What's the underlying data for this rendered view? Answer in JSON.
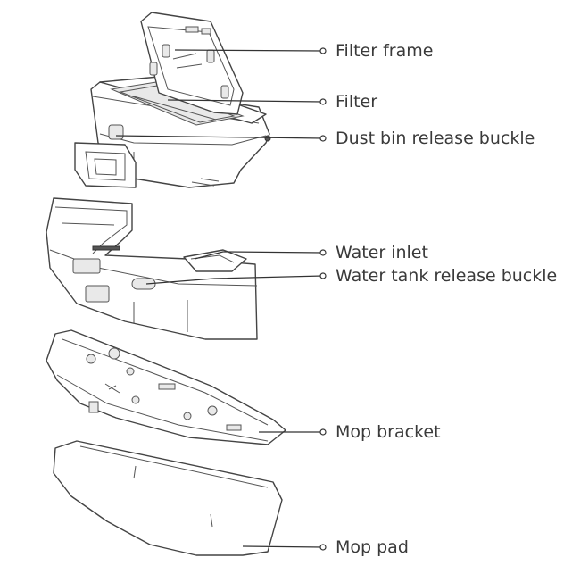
{
  "labels": {
    "filter_frame": "Filter frame",
    "filter": "Filter",
    "dust_bin_release_buckle": "Dust bin release buckle",
    "water_inlet": "Water inlet",
    "water_tank_release_buckle": "Water tank release buckle",
    "mop_bracket": "Mop bracket",
    "mop_pad": "Mop pad"
  },
  "colors": {
    "line": "#444444",
    "text": "#3a3a3a",
    "background": "#ffffff"
  }
}
